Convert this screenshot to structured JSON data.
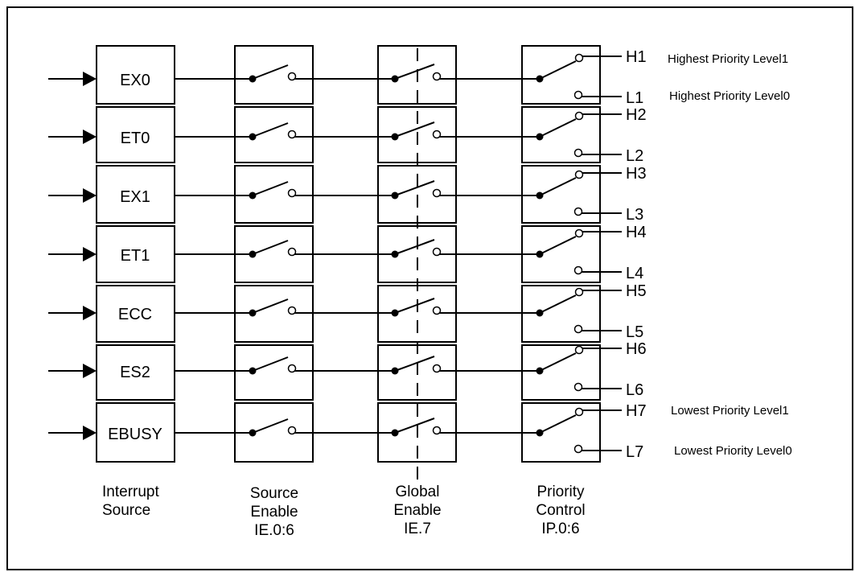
{
  "sources": [
    "EX0",
    "ET0",
    "EX1",
    "ET1",
    "ECC",
    "ES2",
    "EBUSY"
  ],
  "outputs": [
    {
      "high": "H1",
      "low": "L1"
    },
    {
      "high": "H2",
      "low": "L2"
    },
    {
      "high": "H3",
      "low": "L3"
    },
    {
      "high": "H4",
      "low": "L4"
    },
    {
      "high": "H5",
      "low": "L5"
    },
    {
      "high": "H6",
      "low": "L6"
    },
    {
      "high": "H7",
      "low": "L7"
    }
  ],
  "notes": {
    "h1": "Highest Priority Level1",
    "l1": "Highest Priority Level0",
    "h7": "Lowest Priority Level1",
    "l7": "Lowest Priority Level0"
  },
  "columns": {
    "interrupt": [
      "Interrupt",
      "Source"
    ],
    "source_enable": [
      "Source",
      "Enable",
      "IE.0:6"
    ],
    "global_enable": [
      "Global",
      "Enable",
      "IE.7"
    ],
    "priority": [
      "Priority",
      "Control",
      "IP.0:6"
    ]
  }
}
